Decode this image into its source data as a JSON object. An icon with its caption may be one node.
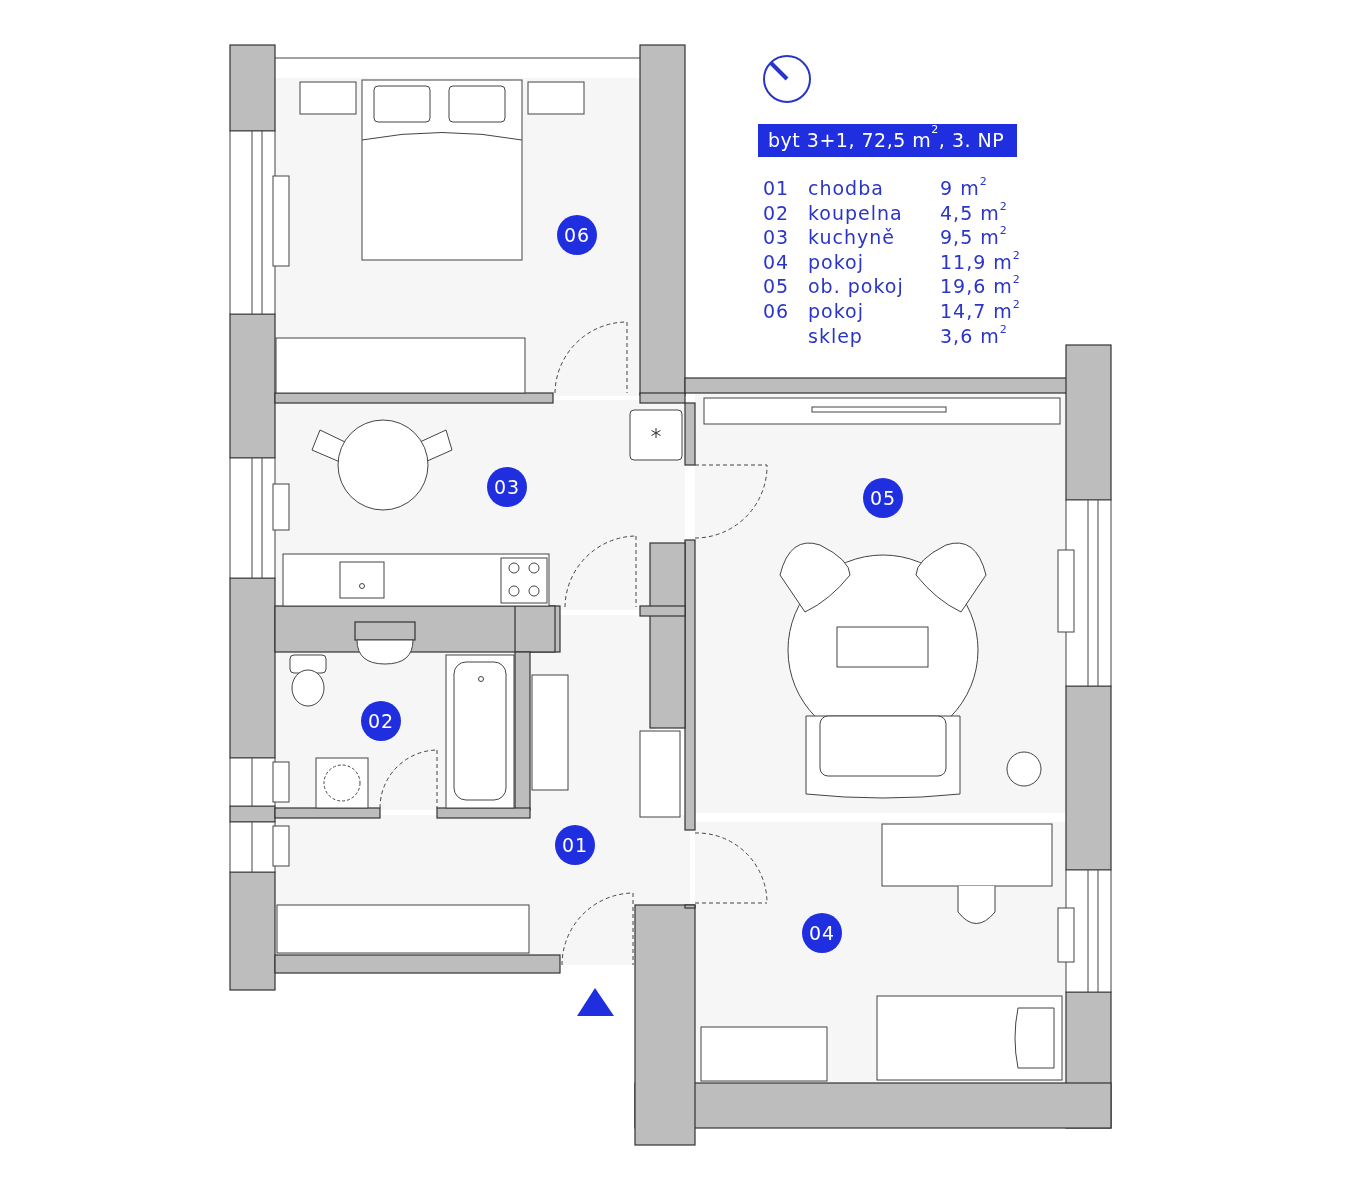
{
  "diagram": {
    "title": "byt 3+1, 72,5 m$^{2}$, 3. NP",
    "nodes": [
      {
        "text": [
          "06"
        ]
      },
      {
        "text": [
          "03"
        ]
      },
      {
        "text": [
          "05"
        ]
      },
      {
        "text": [
          "02"
        ]
      },
      {
        "text": [
          "01"
        ]
      },
      {
        "text": [
          "04"
        ]
      }
    ],
    "edges": [],
    "labels": [
      "01",
      "chodba",
      "9 m$^{2}$",
      "02",
      "koupelna",
      "4,5 m$^{2}$",
      "03",
      "kuchyně",
      "9,5 m$^{2}$",
      "04",
      "pokoj",
      "11,9 m$^{2}$",
      "05",
      "ob. pokoj",
      "19,6 m$^{2}$",
      "06",
      "pokoj",
      "14,7 m$^{2}$",
      "sklep",
      "3,6 m$^{2}$"
    ]
  }
}
